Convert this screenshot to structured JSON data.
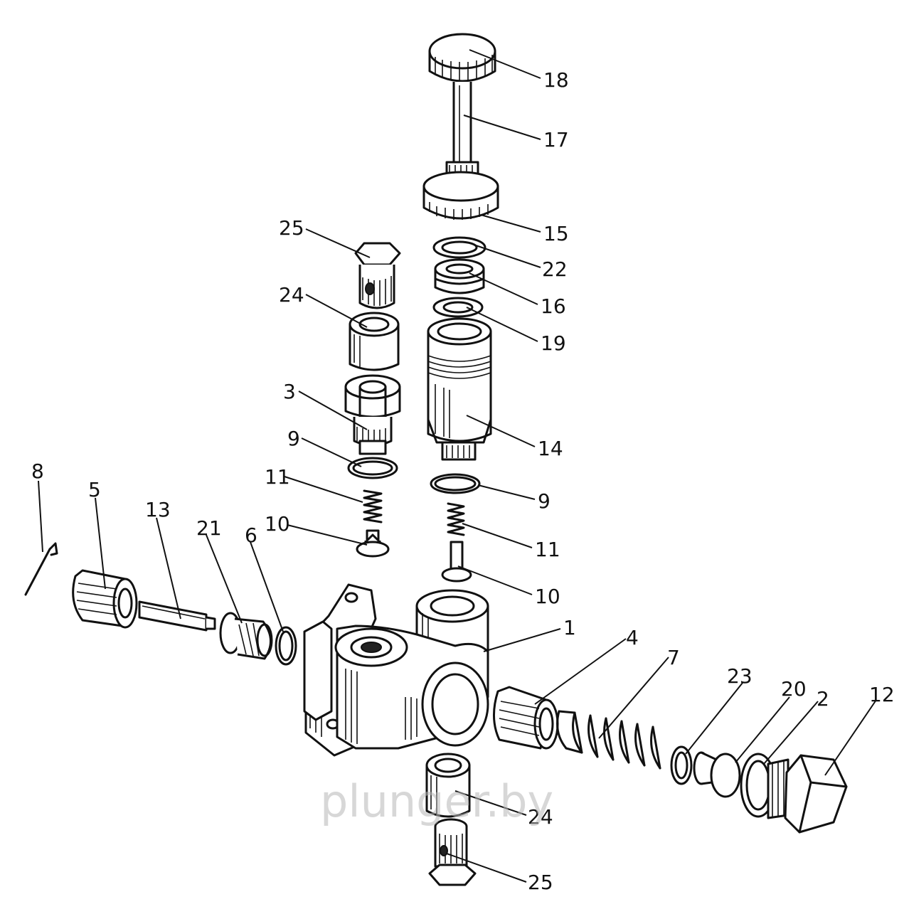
{
  "labels": {
    "p1": "1",
    "p2": "2",
    "p3": "3",
    "p4": "4",
    "p5": "5",
    "p6": "6",
    "p7": "7",
    "p8": "8",
    "p9_left": "9",
    "p9_right": "9",
    "p10_left": "10",
    "p10_right": "10",
    "p11_left": "11",
    "p11_right": "11",
    "p12": "12",
    "p13": "13",
    "p14": "14",
    "p15": "15",
    "p16": "16",
    "p17": "17",
    "p18": "18",
    "p19": "19",
    "p20": "20",
    "p21": "21",
    "p22": "22",
    "p23": "23",
    "p24_top": "24",
    "p24_bottom": "24",
    "p25_top": "25",
    "p25_bottom": "25"
  },
  "watermark": "plunger.by"
}
